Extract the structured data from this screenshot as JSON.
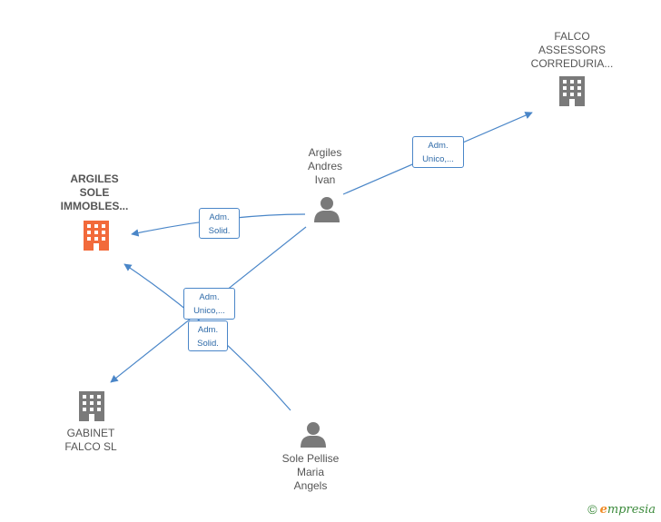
{
  "colors": {
    "edge": "#4a86c8",
    "building_highlight": "#f26a3b",
    "building_default": "#7a7a7a",
    "person": "#7a7a7a"
  },
  "nodes": {
    "falco_assessors": {
      "label": "FALCO\nASSESSORS\nCORREDURIA...",
      "icon": "building-icon"
    },
    "argiles_sole": {
      "label": "ARGILES\nSOLE\nIMMOBLES...",
      "icon": "building-icon"
    },
    "argiles_andres": {
      "label": "Argiles\nAndres\nIvan",
      "icon": "person-icon"
    },
    "gabinet_falco": {
      "label": "GABINET\nFALCO SL",
      "icon": "building-icon"
    },
    "sole_pellise": {
      "label": "Sole Pellise\nMaria\nAngels",
      "icon": "person-icon"
    }
  },
  "edges": {
    "e1": {
      "label": "Adm.\nUnico,..."
    },
    "e2": {
      "label": "Adm.\nSolid."
    },
    "e3": {
      "label": "Adm.\nUnico,..."
    },
    "e4": {
      "label": "Adm.\nSolid."
    }
  },
  "footer": {
    "copyright_symbol": "©",
    "brand_first": "e",
    "brand_rest": "mpresia"
  }
}
